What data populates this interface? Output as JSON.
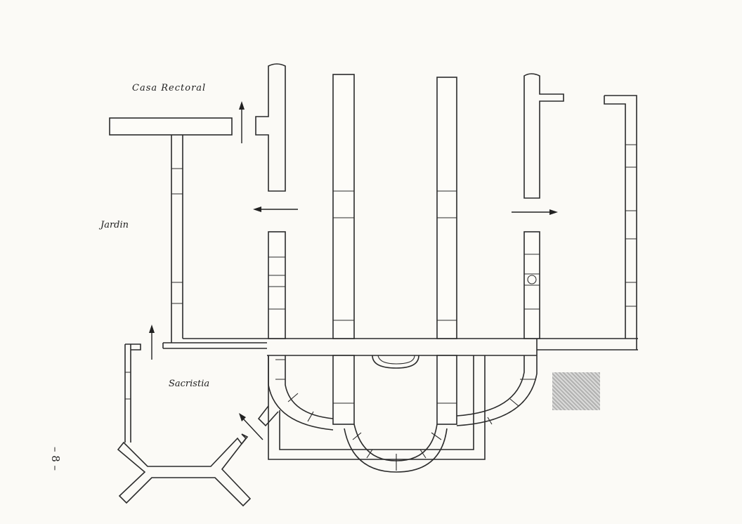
{
  "plan": {
    "labels": {
      "casa_rectoral": "Casa Rectoral",
      "jardin": "Jardin",
      "sacristia": "Sacristia"
    },
    "page_number": "– 8 –"
  },
  "colors": {
    "ink": "#2b2b2b",
    "paper": "#fbfaf6"
  }
}
